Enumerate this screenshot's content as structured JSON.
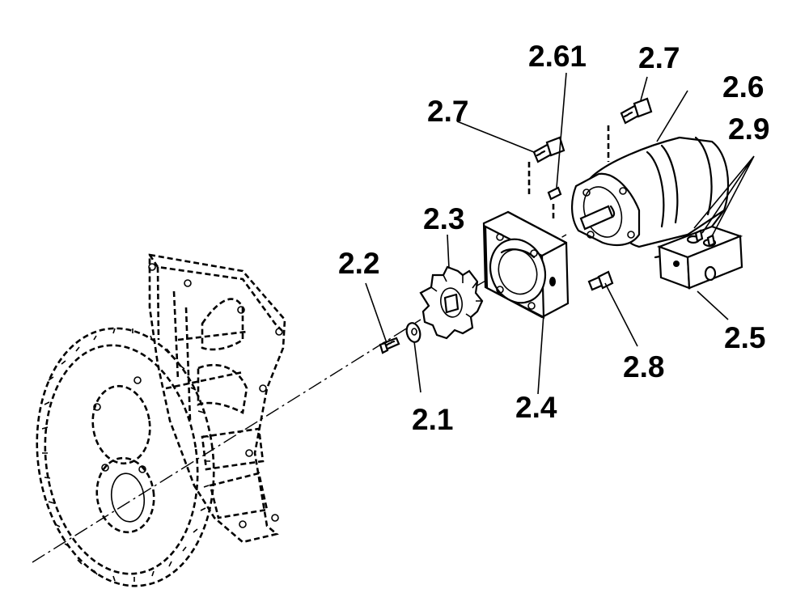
{
  "figure": {
    "callouts": {
      "c_2_1": "2.1",
      "c_2_2": "2.2",
      "c_2_3": "2.3",
      "c_2_4": "2.4",
      "c_2_5": "2.5",
      "c_2_6": "2.6",
      "c_2_61": "2.61",
      "c_2_7_left": "2.7",
      "c_2_7_right": "2.7",
      "c_2_8": "2.8",
      "c_2_9": "2.9"
    },
    "parts": [
      "flywheel-housing",
      "washer",
      "screw",
      "gear",
      "flange",
      "valve-block",
      "hydraulic-motor",
      "key",
      "cap-screw",
      "fitting",
      "plug"
    ]
  }
}
